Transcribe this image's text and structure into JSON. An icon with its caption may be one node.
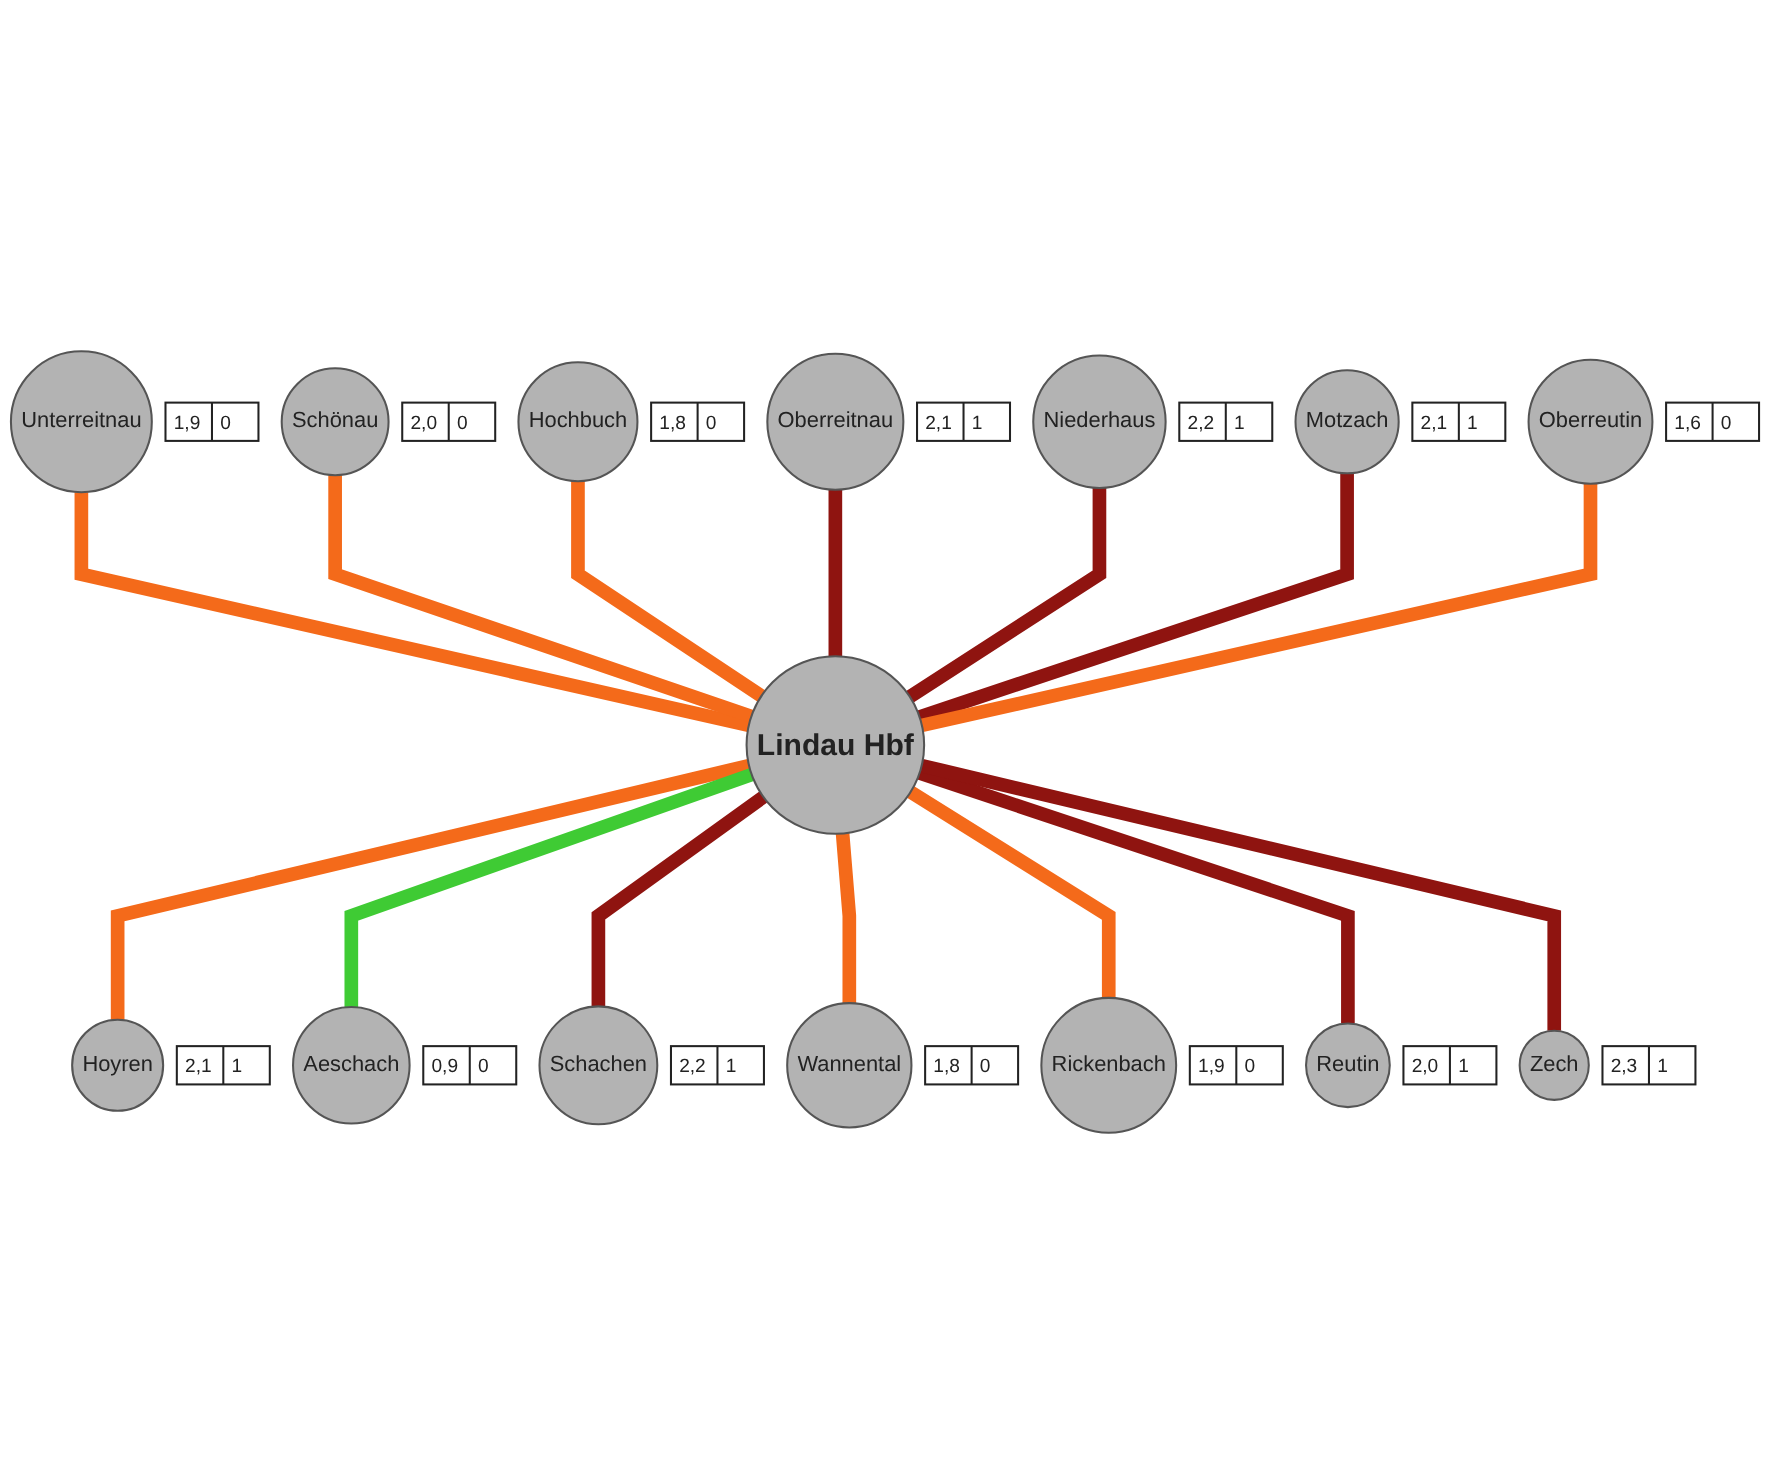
{
  "diagram": {
    "nodes": [
      {
        "text": [
          "Oberreitnau"
        ],
        "beside": [
          "2,1",
          "1"
        ]
      },
      {
        "text": [
          "Unterreitnau"
        ],
        "beside": [
          "1,9",
          "0"
        ]
      },
      {
        "text": [
          "Niederhaus"
        ],
        "beside": [
          "2,2",
          "1"
        ]
      },
      {
        "text": [
          "Schönau"
        ],
        "beside": [
          "2,0",
          "0"
        ]
      },
      {
        "text": [
          "Motzach"
        ],
        "beside": [
          "2,1",
          "1"
        ]
      },
      {
        "text": [
          "Hochbuch"
        ],
        "beside": [
          "1,8",
          "0"
        ]
      },
      {
        "text": [
          "Hoyren"
        ],
        "beside": [
          "2,1",
          "1"
        ]
      },
      {
        "text": [
          "Oberreutin"
        ],
        "beside": [
          "1,6",
          "0"
        ]
      },
      {
        "text": [
          "Wannental"
        ],
        "beside": [
          "1,8",
          "0"
        ]
      },
      {
        "text": [
          "Aeschach"
        ],
        "beside": [
          "0,9",
          "0"
        ]
      },
      {
        "text": [
          "Rickenbach"
        ],
        "beside": [
          "1,9",
          "0"
        ]
      },
      {
        "text": [
          "Lindau Hbf"
        ]
      },
      {
        "text": [
          "Schachen"
        ],
        "beside": [
          "2,2",
          "1"
        ]
      },
      {
        "text": [
          "Reutin"
        ],
        "beside": [
          "2,0",
          "1"
        ]
      },
      {
        "text": [
          "Zech"
        ],
        "beside": [
          "2,3",
          "1"
        ]
      }
    ],
    "edges": [
      {
        "from": 1,
        "to": 11,
        "arrow": "none"
      },
      {
        "from": 3,
        "to": 11,
        "arrow": "none"
      },
      {
        "from": 5,
        "to": 11,
        "arrow": "none"
      },
      {
        "from": 0,
        "to": 11,
        "arrow": "none",
        "color": "#8f1410"
      },
      {
        "from": 2,
        "to": 11,
        "arrow": "none",
        "color": "#8f1410"
      },
      {
        "from": 4,
        "to": 11,
        "arrow": "none",
        "color": "#8f1410"
      },
      {
        "from": 7,
        "to": 11,
        "arrow": "none"
      },
      {
        "from": 11,
        "to": 6,
        "arrow": "none"
      },
      {
        "from": 11,
        "to": 9,
        "arrow": "none",
        "color": "#3fcb34"
      },
      {
        "from": 11,
        "to": 12,
        "arrow": "none",
        "color": "#8f1410"
      },
      {
        "from": 11,
        "to": 8,
        "arrow": "none"
      },
      {
        "from": 11,
        "to": 10,
        "arrow": "none"
      },
      {
        "from": 11,
        "to": 13,
        "arrow": "none",
        "color": "#8f1410"
      },
      {
        "from": 11,
        "to": 14,
        "arrow": "none",
        "color": "#8f1410"
      }
    ]
  }
}
